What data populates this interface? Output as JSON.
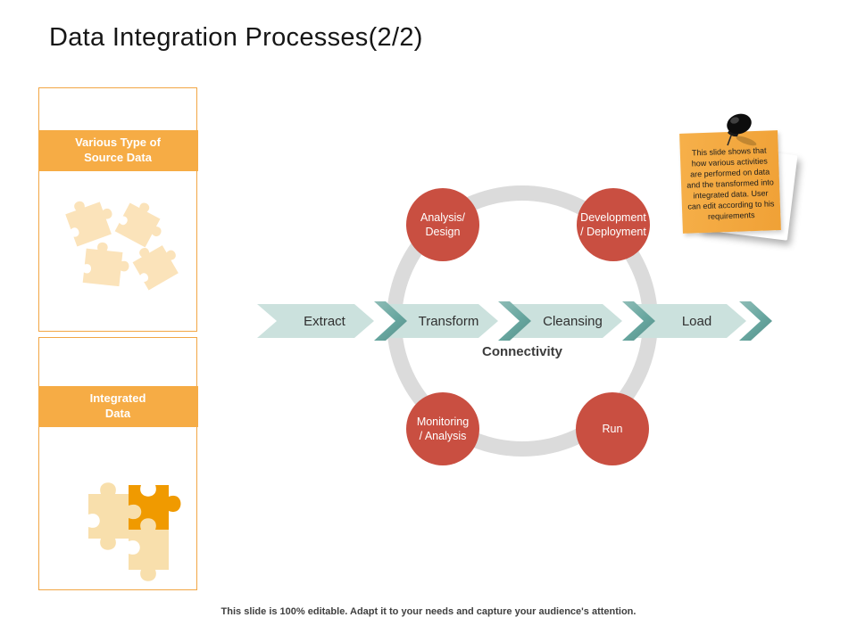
{
  "title": "Data Integration Processes(2/2)",
  "footer": "This slide is 100% editable. Adapt it to your needs and capture your audience's attention.",
  "panels": {
    "source": {
      "heading_line1": "Various Type of",
      "heading_line2": "Source Data"
    },
    "integrated": {
      "heading_line1": "Integrated",
      "heading_line2": "Data"
    }
  },
  "process": {
    "steps": [
      "Extract",
      "Transform",
      "Cleansing",
      "Load"
    ],
    "hub_label": "Connectivity",
    "activities": [
      {
        "line1": "Analysis/",
        "line2": "Design"
      },
      {
        "line1": "Development",
        "line2": "/ Deployment"
      },
      {
        "line1": "Monitoring",
        "line2": "/ Analysis"
      },
      {
        "line1": "Run",
        "line2": ""
      }
    ]
  },
  "sticky_note": {
    "text": "This slide shows that how various activities are performed on data and the transformed into integrated data. User can edit according to his requirements"
  },
  "colors": {
    "accent_orange": "#F6AC45",
    "panel_border": "#F2A644",
    "puzzle_light": "#FBE3BA",
    "puzzle_dark": "#F09A00",
    "arrow_fill": "#CBE1DD",
    "arrow_chevron": "#67A69F",
    "ring_gray": "#DBDBDB",
    "activity_red": "#C94F41",
    "note_orange": "#F2A83E"
  }
}
